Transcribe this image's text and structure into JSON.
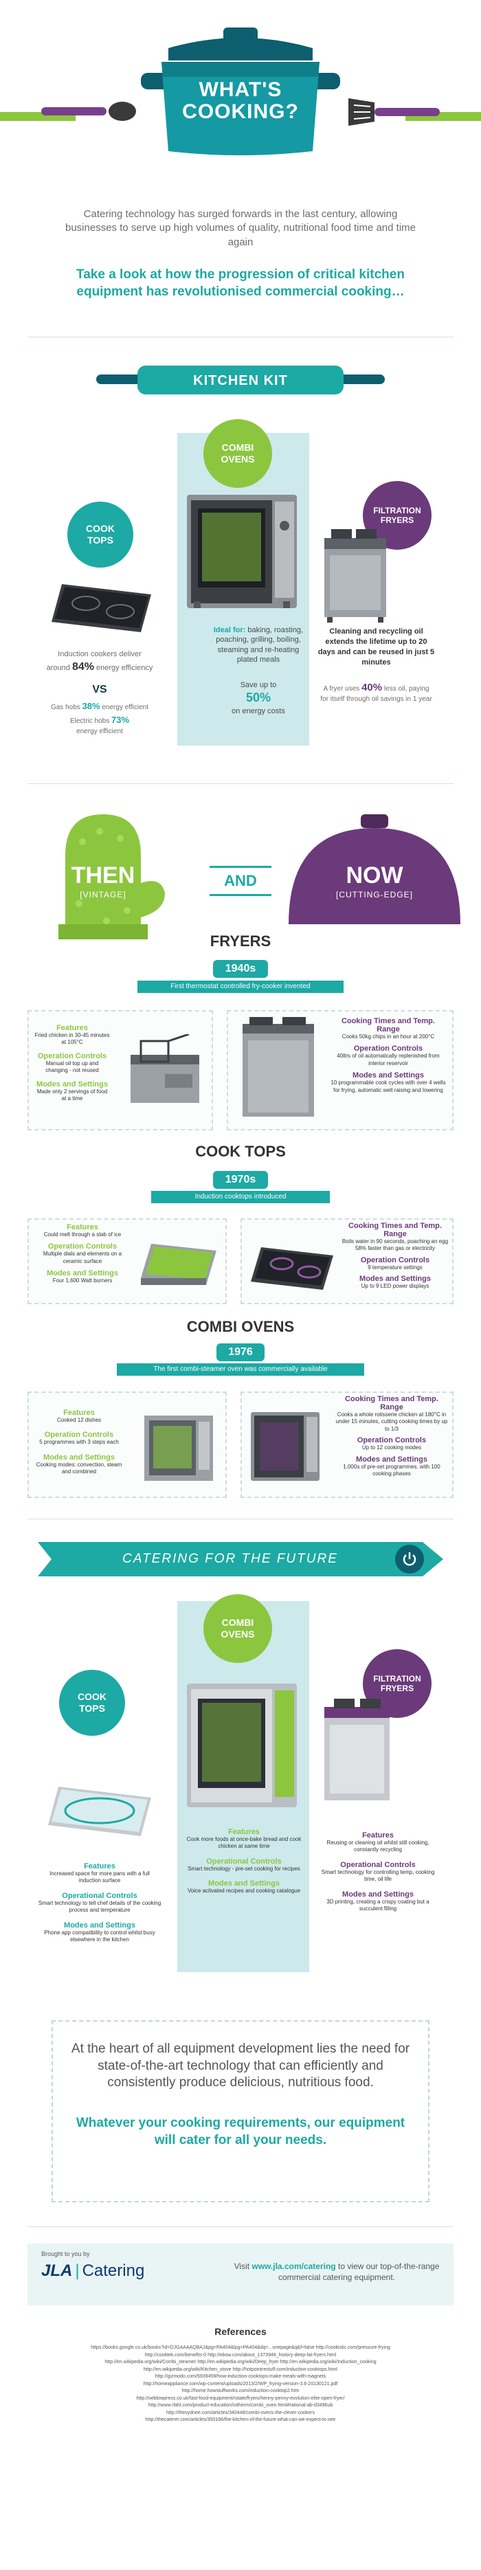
{
  "header": {
    "title_line1": "WHAT'S",
    "title_line2": "COOKING?",
    "intro": "Catering technology has surged forwards in the last century, allowing businesses to serve up high volumes of quality, nutritional food time and time again",
    "lead": "Take a look at how the progression of critical kitchen equipment has revolutionised commercial cooking…"
  },
  "kitchen_kit": {
    "banner": "KITCHEN KIT",
    "cook_tops": {
      "title_l1": "COOK",
      "title_l2": "TOPS",
      "desc1": "Induction cookers deliver",
      "desc2": "around",
      "stat": "84%",
      "desc3": "energy efficiency",
      "vs": "VS",
      "gas": "Gas hobs",
      "gas_pct": "38%",
      "gas_tail": "energy efficient",
      "elec": "Electric hobs",
      "elec_pct": "73%",
      "elec_tail": "energy efficient"
    },
    "combi": {
      "title_l1": "COMBI",
      "title_l2": "OVENS",
      "ideal_label": "Ideal for:",
      "ideal_text": "baking, roasting, poaching, grilling, boiling, steaming and re-heating plated meals",
      "save": "Save up to",
      "save_pct": "50%",
      "save_tail": "on energy costs"
    },
    "filtration": {
      "title_l1": "FILTRATION",
      "title_l2": "FRYERS",
      "text": "Cleaning and recycling oil extends the lifetime up to 20 days and can be reused in just 5 minutes",
      "fryer1": "A fryer uses",
      "fryer_pct": "40%",
      "fryer2": "less oil, paying for itself through oil savings in 1 year"
    }
  },
  "then_now": {
    "then": "THEN",
    "then_sub": "[VINTAGE]",
    "and": "AND",
    "now": "NOW",
    "now_sub": "[CUTTING-EDGE]"
  },
  "fryers": {
    "title": "FRYERS",
    "year": "1940s",
    "year_caption": "First thermostat controlled fry-cooker invented",
    "then_features_h": "Features",
    "then_features": "Fried chicken in 30-45 minutes at 105°C",
    "then_ops_h": "Operation Controls",
    "then_ops": "Manual oil top up and changing - not reused",
    "then_modes_h": "Modes and Settings",
    "then_modes": "Made only 2 servings of food at a time",
    "now_times_h": "Cooking Times and Temp. Range",
    "now_times": "Cooks 50kg chips in an hour at 200°C",
    "now_ops_h": "Operation Controls",
    "now_ops": "40ltrs of oil automatically replenished from interior reservoir",
    "now_modes_h": "Modes and Settings",
    "now_modes": "10 programmable cook cycles with over 4 wells for frying, automatic well raising and lowering"
  },
  "cooktops": {
    "title": "COOK TOPS",
    "year": "1970s",
    "year_caption": "Induction cooktops introduced",
    "then_features_h": "Features",
    "then_features": "Could melt through a slab of ice",
    "then_ops_h": "Operation Controls",
    "then_ops": "Multiple dials and elements on a ceramic surface",
    "then_modes_h": "Modes and Settings",
    "then_modes": "Four 1,600 Watt burners",
    "now_times_h": "Cooking Times and Temp. Range",
    "now_times": "Boils water in 90 seconds, poaching an egg 58% faster than gas or electricity",
    "now_ops_h": "Operation Controls",
    "now_ops": "9 temperature settings",
    "now_modes_h": "Modes and Settings",
    "now_modes": "Up to 9 LED power displays"
  },
  "combi_ovens": {
    "title": "COMBI OVENS",
    "year": "1976",
    "year_caption": "The first combi-steamer oven was commercially available",
    "then_features_h": "Features",
    "then_features": "Cooked 12 dishes",
    "then_ops_h": "Operation Controls",
    "then_ops": "5 programmes with 3 steps each",
    "then_modes_h": "Modes and Settings",
    "then_modes": "Cooking modes: convection, steam and combined",
    "now_times_h": "Cooking Times and Temp. Range",
    "now_times": "Cooks a whole rotisserie chicken at 180°C in under 15 minutes, cutting cooking times by up to 1/3",
    "now_ops_h": "Operation Controls",
    "now_ops": "Up to 12 cooking modes",
    "now_modes_h": "Modes and Settings",
    "now_modes": "1,000s of pre-set programmes, with 100 cooking phases"
  },
  "future": {
    "banner": "CATERING FOR THE FUTURE",
    "cook_tops_l1": "COOK",
    "cook_tops_l2": "TOPS",
    "combi_l1": "COMBI",
    "combi_l2": "OVENS",
    "filtration_l1": "FILTRATION",
    "filtration_l2": "FRYERS",
    "ct_features_h": "Features",
    "ct_features": "Increased space for more pans with a full induction surface",
    "ct_ops_h": "Operational Controls",
    "ct_ops": "Smart technology to tell chef details of the cooking process and temperature",
    "ct_modes_h": "Modes and Settings",
    "ct_modes": "Phone app compatibility to control whilst busy elsewhere in the kitchen",
    "co_features_h": "Features",
    "co_features": "Cook more foods at once-bake bread and cook chicken at same time",
    "co_ops_h": "Operational Controls",
    "co_ops": "Smart technology - pre-set cooking for recipes",
    "co_modes_h": "Modes and Settings",
    "co_modes": "Voice activated recipes and cooking catalogue",
    "ff_features_h": "Features",
    "ff_features": "Reusing or cleaning oil whilst still cooking, constantly recycling",
    "ff_ops_h": "Operational Controls",
    "ff_ops": "Smart technology for controlling temp, cooking time, oil life",
    "ff_modes_h": "Modes and Settings",
    "ff_modes": "3D printing, creating a crispy coating but a succulent filling"
  },
  "conclusion": {
    "para1": "At the heart of all equipment development lies the need for state-of-the-art technology that can efficiently and consistently produce delicious, nutritious food.",
    "para2": "Whatever your cooking requirements, our equipment will cater for all your needs."
  },
  "footer": {
    "brought": "Brought to you by",
    "brand_jla": "JLA",
    "brand_catering": "Catering",
    "visit_pre": "Visit",
    "visit_url": "www.jla.com/catering",
    "visit_post": "to view our top-of-the-range commercial catering equipment.",
    "refs_title": "References",
    "refs": [
      "https://books.google.co.uk/books?id=DJGAAAAQBAJ&pg=PA404&lpg=PA404&dq=...onepage&q&f=false http://cookistic.com/pressure-frying",
      "http://cooktek.com/benefits-0 http://ebow.com/about_1373948_history-deep-fat-fryers.html",
      "http://en.wikipedia.org/wiki/Combi_steamer http://en.wikipedia.org/wiki/Deep_fryer http://en.wikipedia.org/wiki/Induction_cooking",
      "http://en.wikipedia.org/wiki/Kitchen_stove http://hotpointrestuff.com/induction-cooktops.html",
      "http://gizmodo.com/5939459/how-induction-cooktops-make-meals-with-magnets",
      "http://homeappliance.com/wp-content/uploads/2013/2/WP_frying-version-3.6-20130121.pdf",
      "http://home.howstuffworks.com/induction-cooktop2.htm",
      "http://oeblowpress.co.uk/fast-food-equipment/rotate/fryers/henny-penny-evolution-elite-open-fryer/",
      "http://www.rfahl.com/product-education/rotherm/combi_oven.html#rational-ab-d3496ub",
      "http://thesydnee.com/articles/340448/combi-ovens-the-clever-cookers",
      "http://thecaterer.com/articles/350166/the-kitchen-of-the-future-what-can-we-expect-to-see"
    ]
  }
}
